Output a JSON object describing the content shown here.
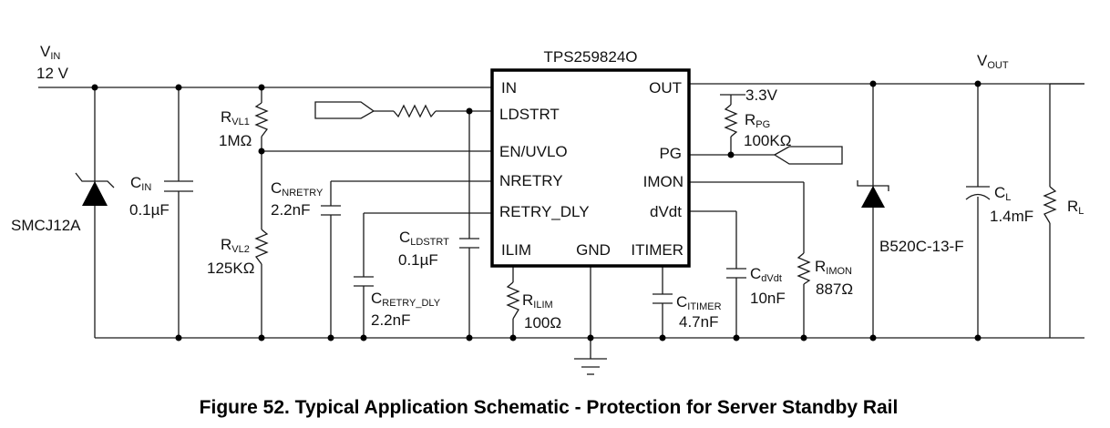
{
  "ic": {
    "name": "TPS259824O",
    "pins_left": [
      "IN",
      "LDSTRT",
      "EN/UVLO",
      "NRETRY",
      "RETRY_DLY",
      "ILIM"
    ],
    "pins_right": [
      "OUT",
      "PG",
      "IMON",
      "dVdt",
      "ITIMER"
    ],
    "pin_bottom": "GND"
  },
  "vin": {
    "label": "V",
    "sub": "IN",
    "value": "12 V"
  },
  "vout": {
    "label": "V",
    "sub": "OUT"
  },
  "pullup": "3.3V",
  "components": {
    "tvs": {
      "name": "SMCJ12A"
    },
    "cin": {
      "label": "C",
      "sub": "IN",
      "value": "0.1µF"
    },
    "rvl1": {
      "label": "R",
      "sub": "VL1",
      "value": "1MΩ"
    },
    "rvl2": {
      "label": "R",
      "sub": "VL2",
      "value": "125KΩ"
    },
    "cnretry": {
      "label": "C",
      "sub": "NRETRY",
      "value": "2.2nF"
    },
    "cretry": {
      "label": "C",
      "sub": "RETRY_DLY",
      "value": "2.2nF"
    },
    "cldstrt": {
      "label": "C",
      "sub": "LDSTRT",
      "value": "0.1µF"
    },
    "rilim": {
      "label": "R",
      "sub": "ILIM",
      "value": "100Ω"
    },
    "citimer": {
      "label": "C",
      "sub": "ITIMER",
      "value": "4.7nF"
    },
    "cdvdt": {
      "label": "C",
      "sub": "dVdt",
      "value": "10nF"
    },
    "rimon": {
      "label": "R",
      "sub": "IMON",
      "value": "887Ω"
    },
    "rpg": {
      "label": "R",
      "sub": "PG",
      "value": "100KΩ"
    },
    "schottky": {
      "name": "B520C-13-F"
    },
    "cl": {
      "label": "C",
      "sub": "L",
      "value": "1.4mF"
    },
    "rl": {
      "label": "R",
      "sub": "L"
    }
  },
  "caption": "Figure 52.  Typical Application Schematic - Protection for Server Standby Rail"
}
